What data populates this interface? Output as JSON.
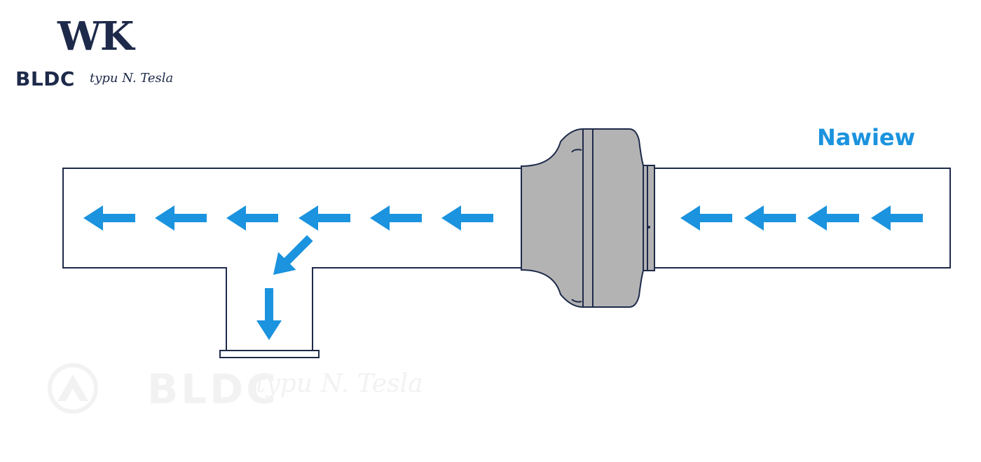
{
  "logo": {
    "mark": "WK",
    "product": "BLDC",
    "tagline": "typu N. Tesla"
  },
  "label": "Nawiew",
  "watermark": {
    "product": "BLDC",
    "tagline": "typu N. Tesla"
  },
  "colors": {
    "arrow": "#1b93de",
    "duct_outline": "#1e2a4a",
    "fan_body": "#b3b3b3",
    "logo": "#1e2a4a",
    "watermark": "#f2f2f2"
  },
  "icons": [
    "flow-arrow-icon",
    "fan-icon",
    "watermark-logo-icon"
  ]
}
